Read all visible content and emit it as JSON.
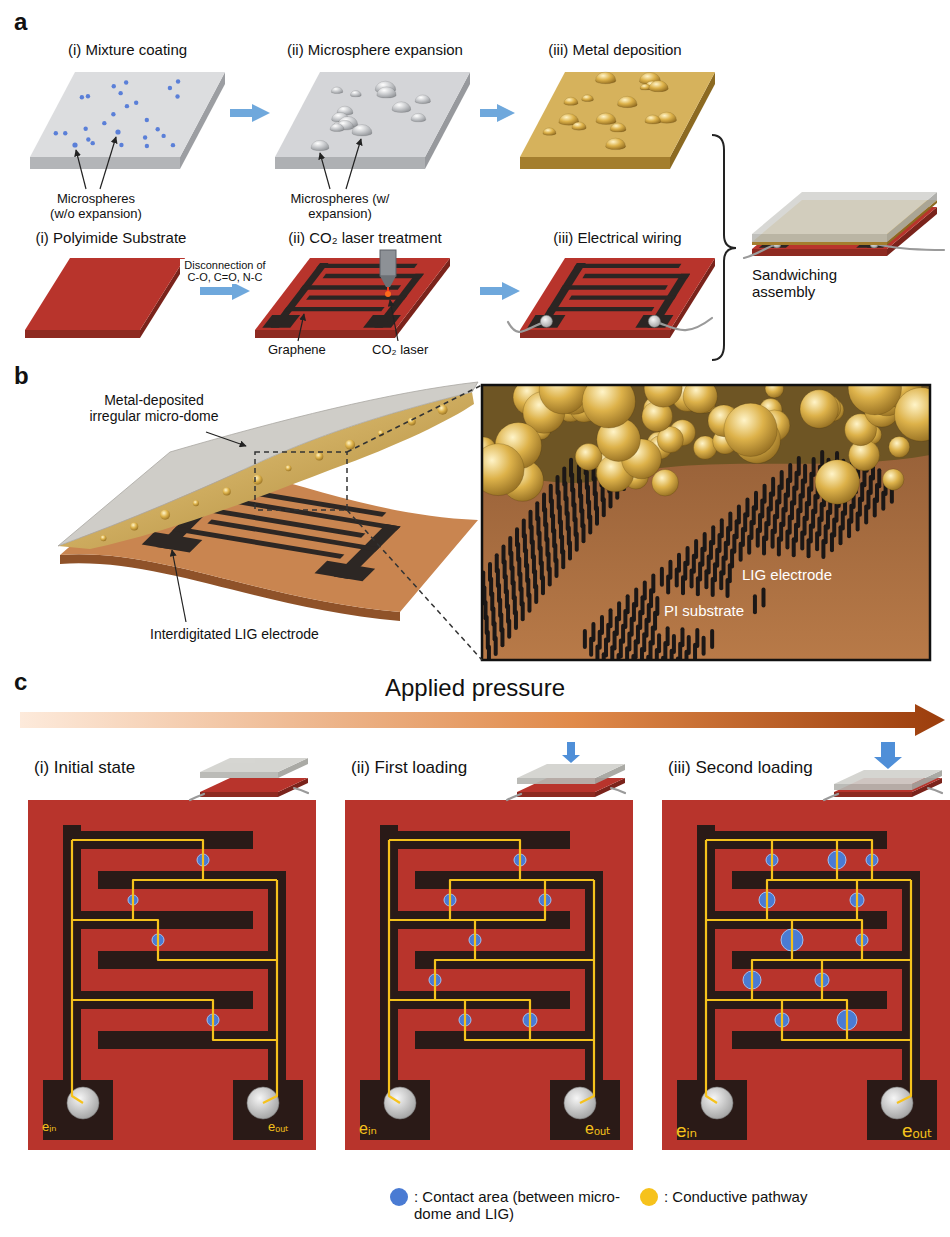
{
  "diagram": {
    "nodes": [
      {
        "text": [
          "(i) Mixture coating"
        ]
      },
      {
        "text": [
          "(ii) Microsphere expansion"
        ]
      },
      {
        "text": [
          "(iii) Metal deposition"
        ]
      },
      {
        "text": [
          "(i) Polyimide Substrate"
        ]
      },
      {
        "text": [
          "(ii) CO₂ laser treatment"
        ]
      },
      {
        "text": [
          "(iii) Electrical wiring"
        ]
      },
      {
        "text": [
          "(i) Initial state"
        ]
      },
      {
        "text": [
          "(ii) First loading"
        ]
      },
      {
        "text": [
          "(iii) Second loading"
        ]
      }
    ],
    "edges": [
      {
        "from": 0,
        "to": 1,
        "arrow": "to"
      },
      {
        "from": 1,
        "to": 2,
        "arrow": "to"
      },
      {
        "from": 3,
        "to": 4,
        "arrow": "to",
        "label": "Disconnection of C-O, C=O, N-C"
      },
      {
        "from": 4,
        "to": 5,
        "arrow": "to"
      }
    ],
    "labels": [
      "a",
      "Microspheres (w/o expansion)",
      "Microspheres (w/ expansion)",
      "Graphene",
      "CO₂ laser",
      "Sandwiching assembly",
      "b",
      "Metal-deposited irregular micro-dome",
      "Interdigitated LIG electrode",
      "LIG electrode",
      "PI substrate",
      "c",
      "Applied pressure",
      "eᵢₙ",
      "eₒᵤₜ",
      "eᵢₙ",
      "eₒᵤₜ",
      "eᵢₙ",
      "eₒᵤₜ"
    ],
    "legend": [
      {
        "text": ": Contact area (between micro-dome and LIG)",
        "color": "#4a7bd3"
      },
      {
        "text": ": Conductive pathway",
        "color": "#f6c21c"
      }
    ]
  }
}
